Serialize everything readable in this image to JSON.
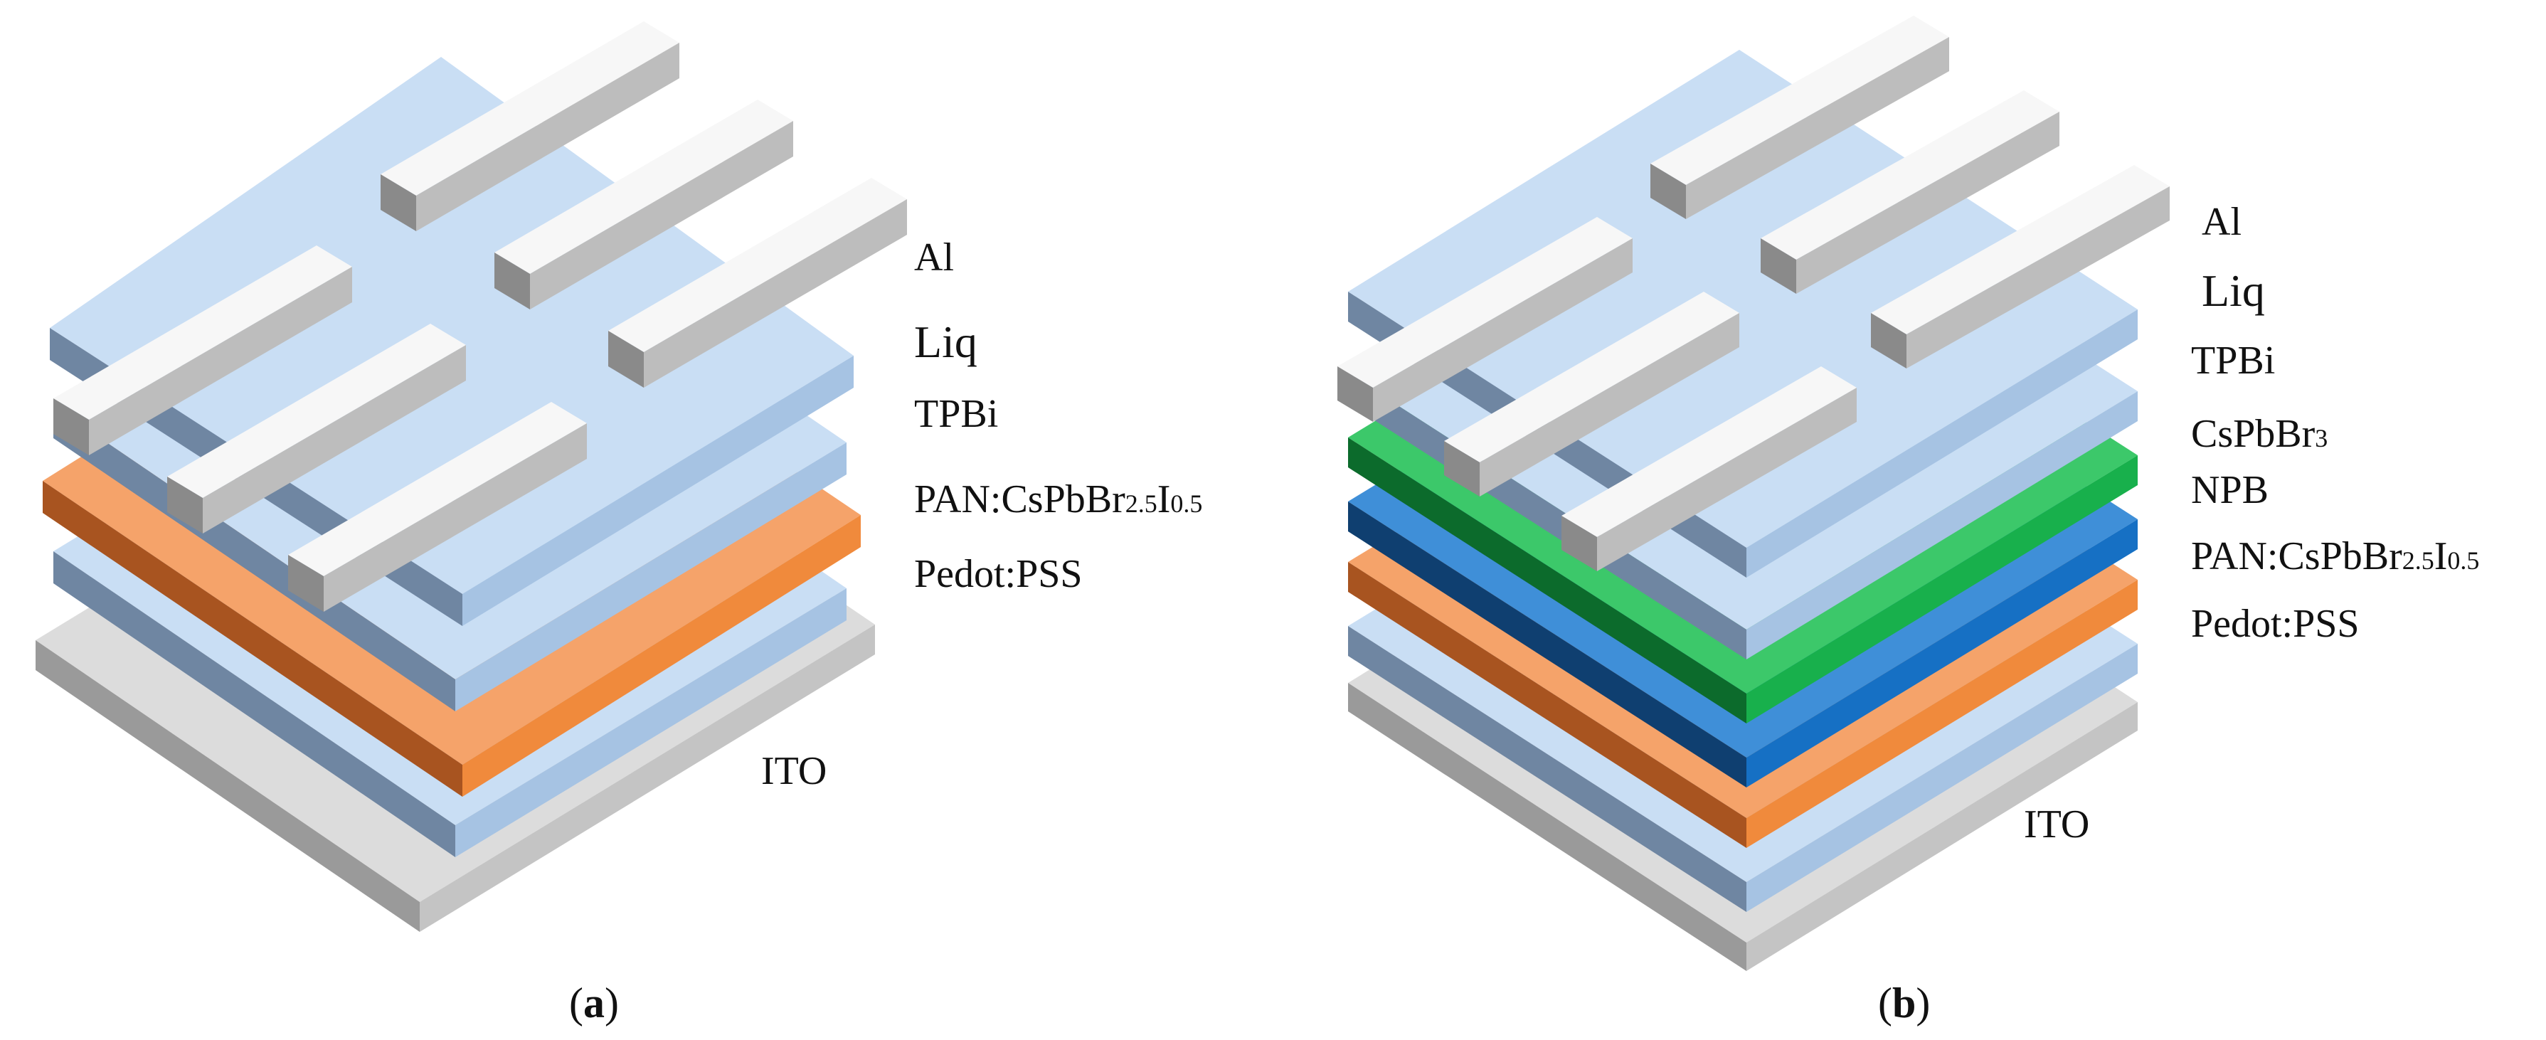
{
  "panels": [
    {
      "id": "a",
      "caption": "(a)",
      "caption_letter": "a",
      "labels": {
        "al": "Al",
        "liq": "Liq",
        "tpbi": "TPBi",
        "pan_prefix": "PAN:CsPbBr",
        "pan_sub1": "2.5",
        "pan_mid": "I",
        "pan_sub2": "0.5",
        "pedot": "Pedot:PSS",
        "ito": "ITO"
      }
    },
    {
      "id": "b",
      "caption": "(b)",
      "caption_letter": "b",
      "labels": {
        "al": "Al",
        "liq": "Liq",
        "tpbi": "TPBi",
        "cspbbr_prefix": "CsPbBr",
        "cspbbr_sub": "3",
        "npb": "NPB",
        "pan_prefix": "PAN:CsPbBr",
        "pan_sub1": "2.5",
        "pan_mid": "I",
        "pan_sub2": "0.5",
        "pedot": "Pedot:PSS",
        "ito": "ITO"
      }
    }
  ],
  "colors": {
    "ito": "#b9b9b9",
    "blue_layer": "#c9def4",
    "pan": "#f08a3c",
    "npb": "#1670c4",
    "cspbbr3": "#18b04c",
    "al_electrode": "#f4f4f4"
  }
}
